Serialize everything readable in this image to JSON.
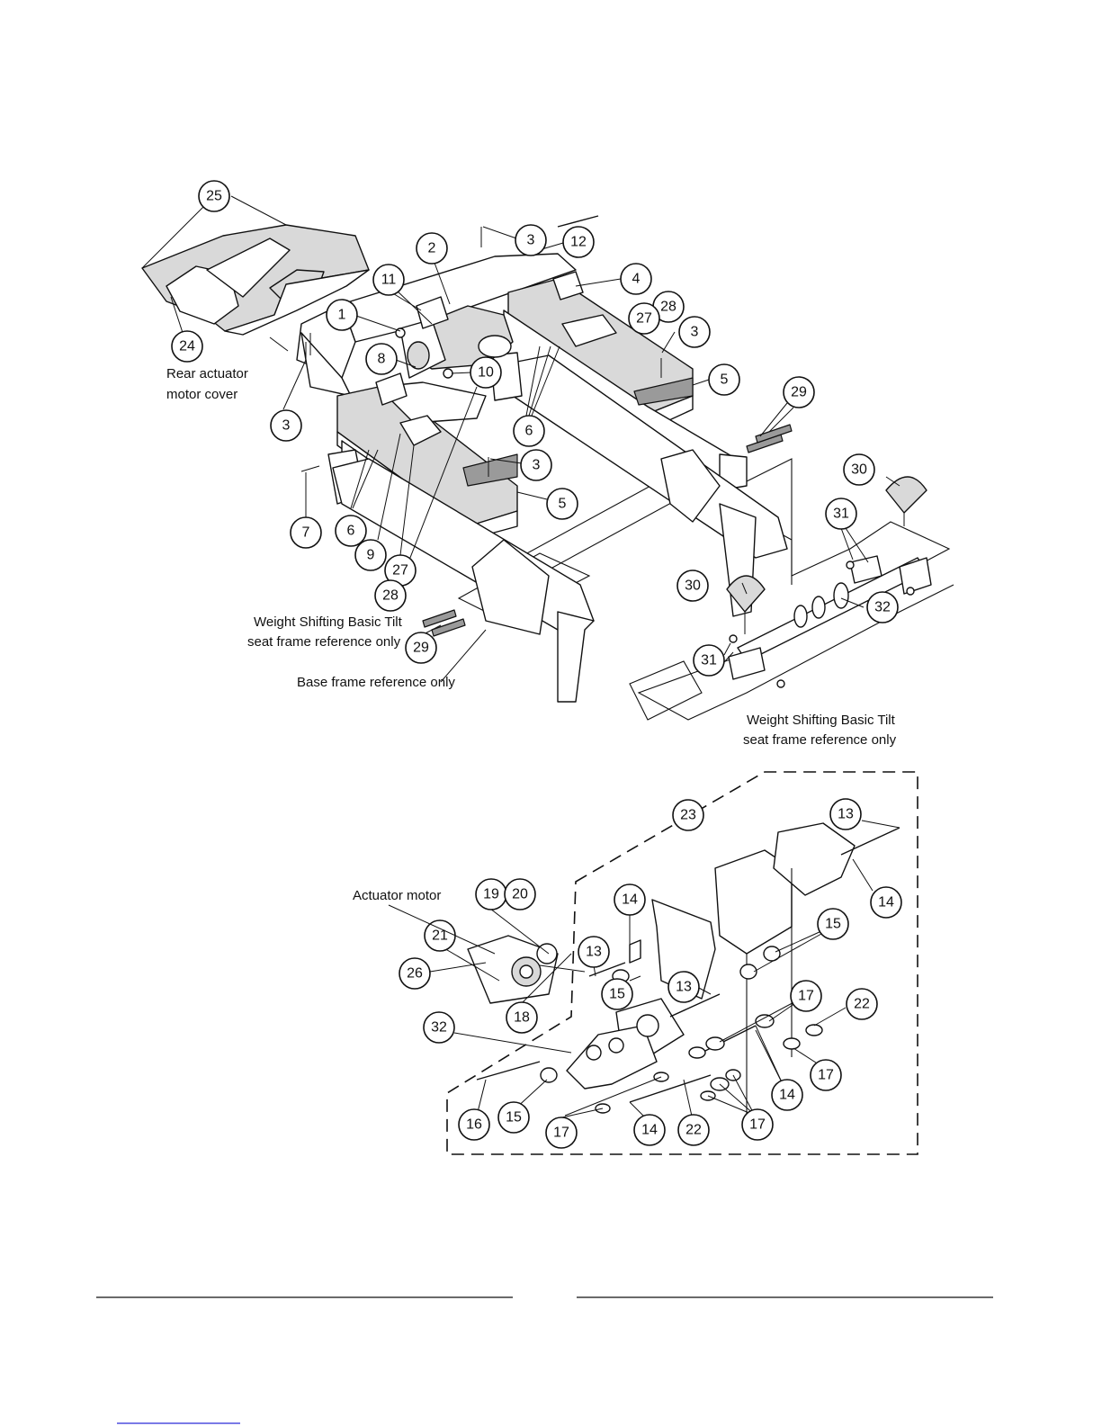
{
  "callouts_top": [
    "25",
    "24",
    "3",
    "2",
    "12",
    "4",
    "28",
    "27",
    "11",
    "1",
    "8",
    "10",
    "3",
    "5",
    "6",
    "29",
    "30",
    "31",
    "32",
    "3",
    "5",
    "7",
    "6",
    "9",
    "27",
    "28",
    "29",
    "30",
    "31",
    "3"
  ],
  "callouts_bottom": [
    "23",
    "13",
    "14",
    "19",
    "20",
    "21",
    "26",
    "14",
    "13",
    "18",
    "15",
    "13",
    "15",
    "17",
    "22",
    "32",
    "17",
    "16",
    "15",
    "17",
    "14",
    "22",
    "17",
    "14"
  ],
  "notes": {
    "rear_cover": "Rear actuator",
    "rear_cover_2": "motor cover",
    "seat_frame_top": "Weight Shifting Basic Tilt",
    "seat_frame_top_2": "seat frame reference only",
    "base_frame": "Base frame reference only",
    "seat_frame_bottom": "Weight Shifting Basic Tilt",
    "seat_frame_bottom_2": "seat frame reference only",
    "actuator_motor": "Actuator motor"
  }
}
